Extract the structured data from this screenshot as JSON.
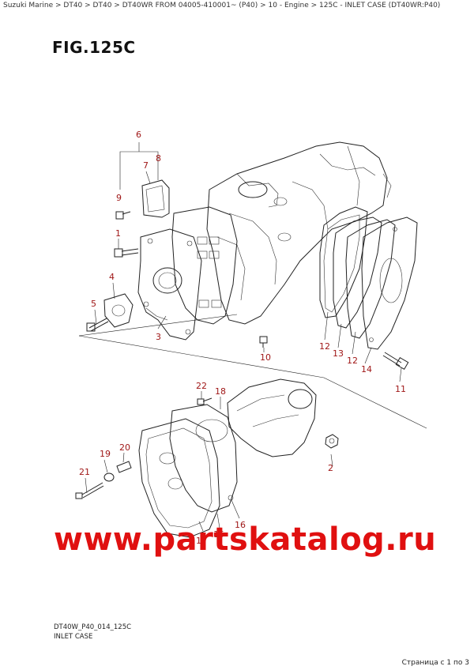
{
  "breadcrumb": "Suzuki Marine > DT40 > DT40 > DT40WR FROM 04005-410001~ (P40) > 10 - Engine > 125C - INLET CASE (DT40WR:P40)",
  "figure_title": "FIG.125C",
  "callouts": {
    "c1": "1",
    "c2": "2",
    "c3": "3",
    "c4": "4",
    "c5": "5",
    "c6": "6",
    "c7": "7",
    "c8": "8",
    "c9": "9",
    "c10": "10",
    "c11": "11",
    "c12a": "12",
    "c12b": "12",
    "c13": "13",
    "c14": "14",
    "c15": "15",
    "c16": "16",
    "c17": "17",
    "c18": "18",
    "c19": "19",
    "c20": "20",
    "c21": "21",
    "c22": "22"
  },
  "watermark": "www.partskatalog.ru",
  "footer": {
    "code": "DT40W_P40_014_125C",
    "name": "INLET CASE"
  },
  "page_info": "Страница с 1 по 3"
}
